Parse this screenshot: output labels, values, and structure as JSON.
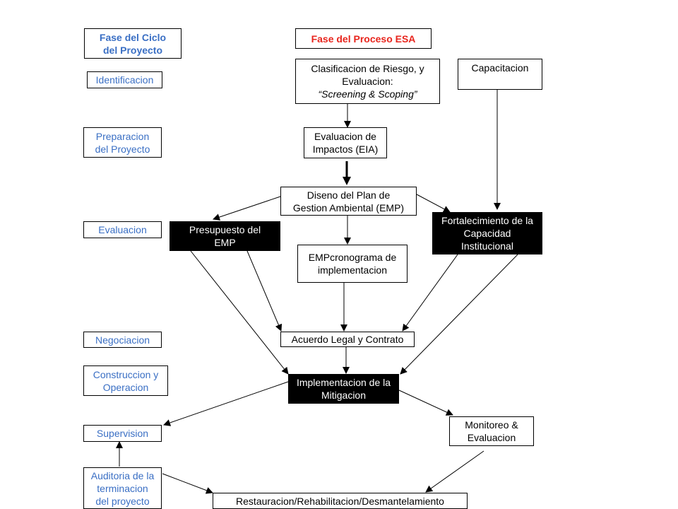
{
  "headers": {
    "cycle": [
      "Fase del Ciclo",
      "del Proyecto"
    ],
    "esa": "Fase del Proceso ESA"
  },
  "phases": {
    "identificacion": "Identificacion",
    "preparacion": [
      "Preparacion",
      "del Proyecto"
    ],
    "evaluacion": "Evaluacion",
    "negociacion": "Negociacion",
    "construccion": [
      "Construccion y",
      "Operacion"
    ],
    "supervision": "Supervision",
    "auditoria": [
      "Auditoria de la",
      "terminacion",
      "del proyecto"
    ]
  },
  "process": {
    "clasificacion": [
      "Clasificacion de Riesgo, y",
      "Evaluacion:",
      "“Screening & Scoping”"
    ],
    "capacitacion": "Capacitacion",
    "eia": [
      "Evaluacion de",
      "Impactos (EIA)"
    ],
    "diseno": [
      "Diseno del Plan de",
      "Gestion Ambiental (EMP)"
    ],
    "presupuesto": [
      "Presupuesto del",
      "EMP"
    ],
    "cronograma": [
      "EMPcronograma de",
      "implementacion"
    ],
    "fortalecimiento": [
      "Fortalecimiento de la",
      "Capacidad",
      "Institucional"
    ],
    "acuerdo": "Acuerdo Legal y Contrato",
    "implementacion": [
      "Implementacion de la",
      "Mitigacion"
    ],
    "monitoreo": [
      "Monitoreo &",
      "Evaluacion"
    ],
    "restauracion": "Restauracion/Rehabilitacion/Desmantelamiento"
  },
  "colors": {
    "phase_text": "#3a6fc4",
    "esa_header": "#e8261e",
    "dark_fill": "#000000"
  }
}
